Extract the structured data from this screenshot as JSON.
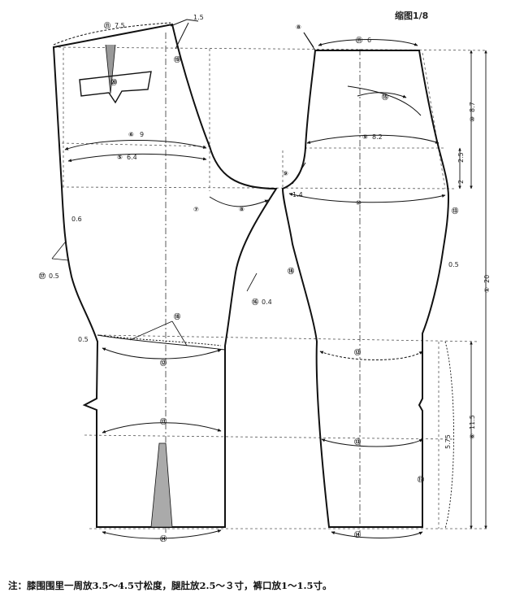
{
  "title": "缩图1/8",
  "note": "注：膝围围里一周放3.5～4.5寸松度，腿肚放2.5～３寸，裤口放1～1.5寸。",
  "colors": {
    "ink": "#111111",
    "dash": "#555555"
  },
  "front": {
    "waist_label": "7.5",
    "waist_num": "⑪",
    "top_right_label": "1.5",
    "pocket_num": "⑳",
    "seat_label": "9",
    "seat_num": "⑥",
    "hip_label": "6.4",
    "hip_num": "⑤",
    "crotch_label_left": "⑦",
    "crotch_label_right": "⑧",
    "side_label": "0.6",
    "thigh_num": "⑰",
    "thigh_label": "0.5",
    "fly_num": "⑲",
    "inseam_num": "⑯",
    "inseam_label": "0.4",
    "knee_num": "⑱",
    "knee_side_label": "0.5",
    "knee_circle": "⑫",
    "calf_circle": "⑬",
    "hem_circle": "⑭"
  },
  "back": {
    "waist_label": "6",
    "waist_num": "⑪",
    "waist_marker": "⑧",
    "dart_num": "⑮",
    "seat_label": "8.2",
    "seat_num": "⑨",
    "crotch_num": "⑨",
    "crotch_label": "1.4",
    "hip_circle": "⑩",
    "side_num": "⑬",
    "inseam_num": "⑱",
    "side_label": "0.5",
    "knee_circle": "⑫",
    "calf_circle": "⑬",
    "hem_circle": "⑭",
    "lower_side_num": "⑰",
    "dim_top": "8.7",
    "dim_top_num": "⑩",
    "dim_mid": "2.5",
    "dim_mid2": "2",
    "dim_total": "20",
    "dim_total_num": "①",
    "dim_lower": "11.5",
    "dim_lower_num": "⑥",
    "dim_lower2": "5.75"
  }
}
